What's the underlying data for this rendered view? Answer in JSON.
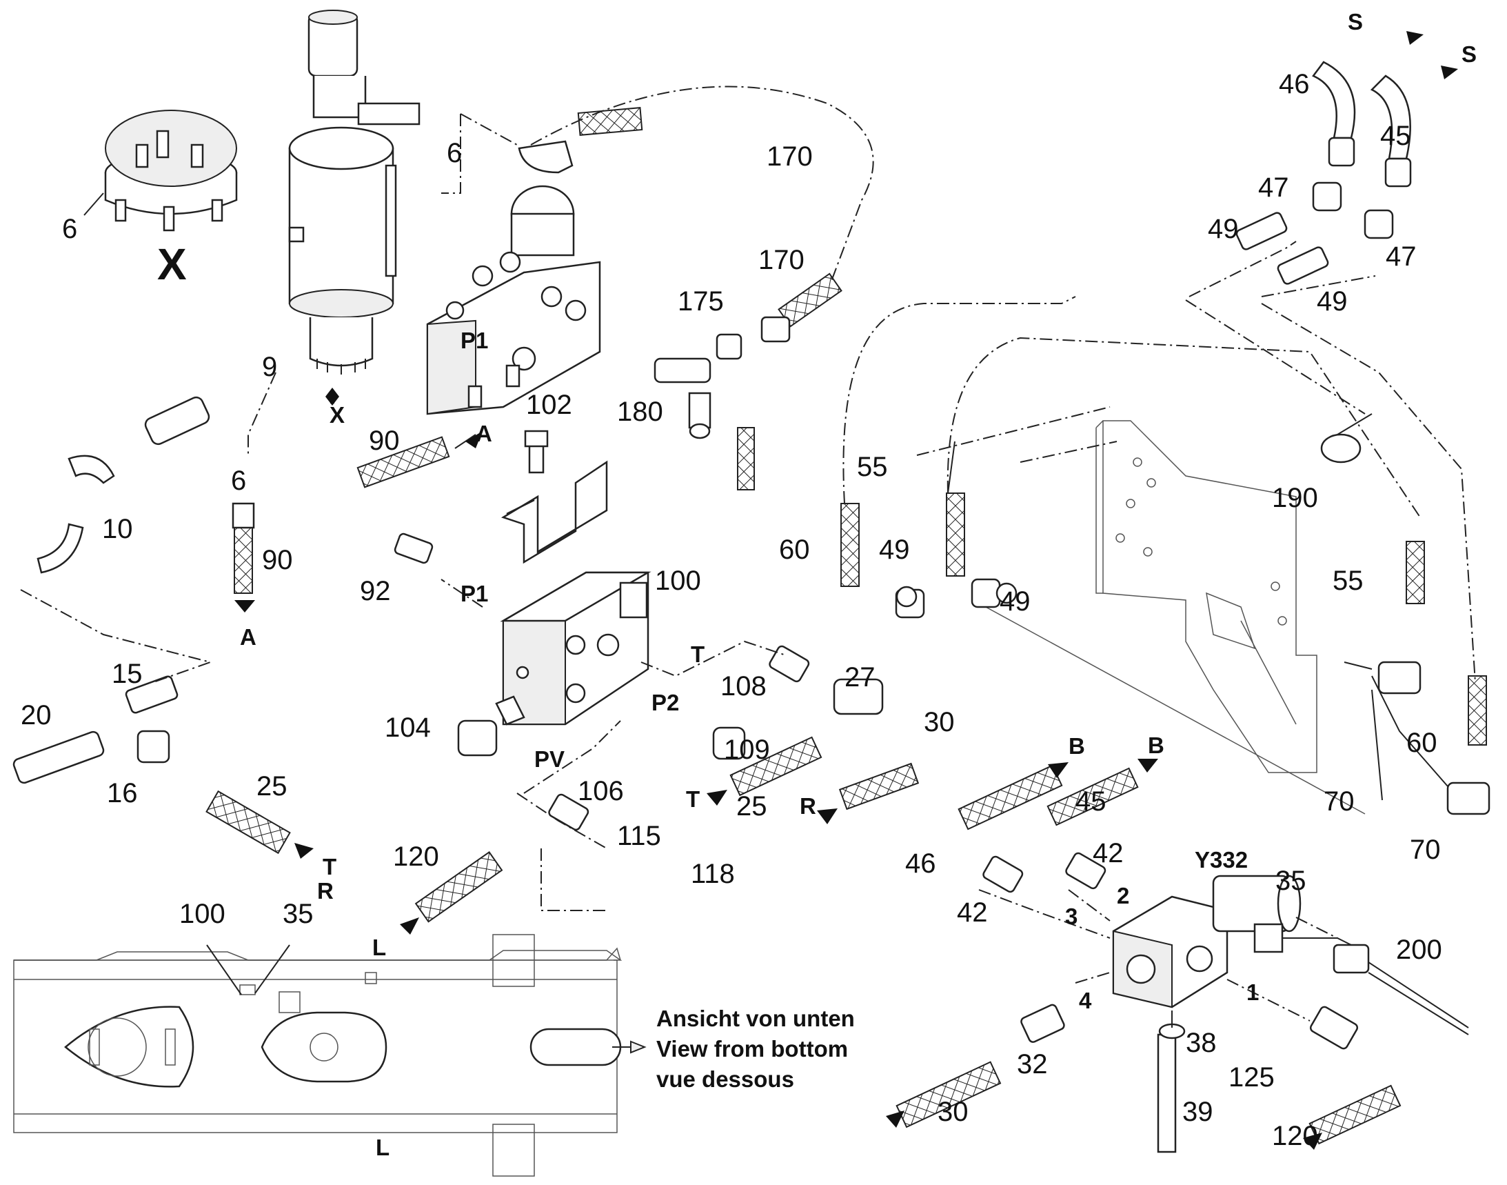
{
  "diagram": {
    "part_numbers": [
      "6",
      "6",
      "6",
      "9",
      "10",
      "15",
      "16",
      "20",
      "25",
      "25",
      "27",
      "30",
      "30",
      "32",
      "35",
      "35",
      "38",
      "39",
      "42",
      "42",
      "45",
      "45",
      "46",
      "46",
      "47",
      "47",
      "49",
      "49",
      "49",
      "49",
      "55",
      "55",
      "60",
      "60",
      "70",
      "70",
      "90",
      "90",
      "92",
      "100",
      "100",
      "102",
      "104",
      "106",
      "108",
      "109",
      "115",
      "118",
      "120",
      "120",
      "125",
      "170",
      "170",
      "175",
      "180",
      "190",
      "200"
    ],
    "port_letters": [
      "A",
      "A",
      "T",
      "T",
      "T",
      "R",
      "R",
      "L",
      "L",
      "B",
      "B",
      "S",
      "S",
      "X",
      "P1",
      "P1",
      "P2",
      "PV"
    ],
    "port_numbers": [
      "1",
      "2",
      "3",
      "4"
    ],
    "view_label_X": "X",
    "component_label": "Y332",
    "view_note": [
      "Ansicht von unten",
      "View from bottom",
      "vue dessous"
    ]
  },
  "colors": {
    "ink": "#222222",
    "paper": "#ffffff"
  }
}
